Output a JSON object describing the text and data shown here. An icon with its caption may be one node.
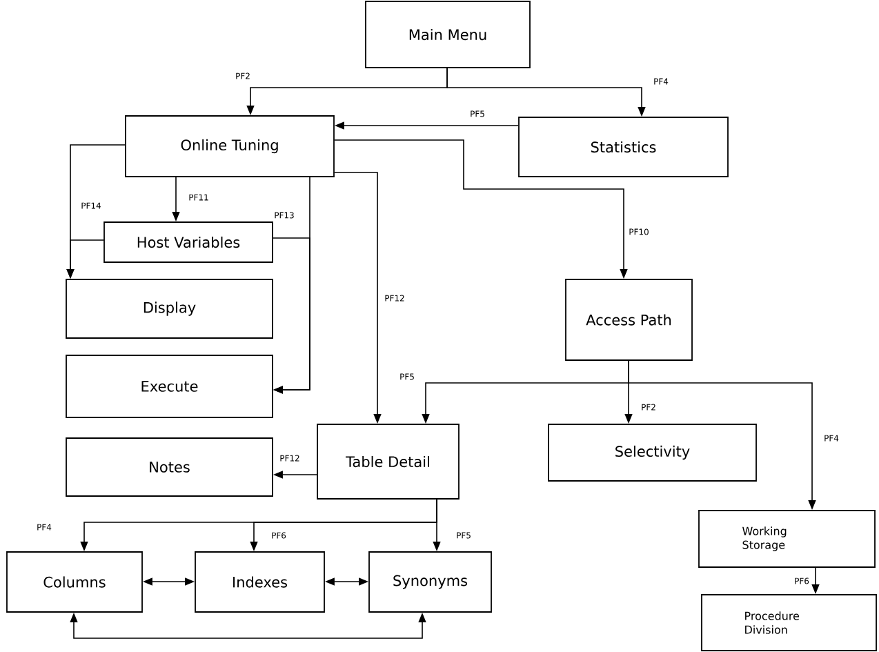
{
  "diagram": {
    "nodes": [
      {
        "text": [
          "Main Menu"
        ]
      },
      {
        "text": [
          "Online Tuning"
        ]
      },
      {
        "text": [
          "Statistics"
        ]
      },
      {
        "text": [
          "Host Variables"
        ]
      },
      {
        "text": [
          "Display"
        ]
      },
      {
        "text": [
          "Access Path"
        ]
      },
      {
        "text": [
          "Execute"
        ]
      },
      {
        "text": [
          "Table Detail"
        ]
      },
      {
        "text": [
          "Selectivity"
        ]
      },
      {
        "text": [
          "Notes"
        ]
      },
      {
        "text": [
          "Working Storage"
        ]
      },
      {
        "text": [
          "Columns"
        ]
      },
      {
        "text": [
          "Indexes"
        ]
      },
      {
        "text": [
          "Synonyms"
        ]
      },
      {
        "text": [
          "Procedure Division"
        ]
      }
    ],
    "edges": [
      {
        "from": 0,
        "to": 1,
        "arrow": "to",
        "label": "PF2"
      },
      {
        "from": 0,
        "to": 2,
        "arrow": "to",
        "label": "PF4"
      },
      {
        "from": 2,
        "to": 1,
        "arrow": "to",
        "label": "PF5"
      },
      {
        "from": 1,
        "to": 5,
        "arrow": "to",
        "label": "PF10"
      },
      {
        "from": 1,
        "to": 4,
        "arrow": "to",
        "label": "PF14"
      },
      {
        "from": 1,
        "to": 3,
        "arrow": "to",
        "label": "PF11"
      },
      {
        "from": 3,
        "to": 4,
        "arrow": "to"
      },
      {
        "from": 3,
        "to": 6,
        "arrow": "to",
        "label": "PF13"
      },
      {
        "from": 1,
        "to": 6,
        "arrow": "to"
      },
      {
        "from": 1,
        "to": 7,
        "arrow": "to",
        "label": "PF12"
      },
      {
        "from": 5,
        "to": 7,
        "arrow": "to",
        "label": "PF5"
      },
      {
        "from": 5,
        "to": 8,
        "arrow": "to",
        "label": "PF2"
      },
      {
        "from": 5,
        "to": 10,
        "arrow": "to",
        "label": "PF4"
      },
      {
        "from": 7,
        "to": 9,
        "arrow": "to",
        "label": "PF12"
      },
      {
        "from": 7,
        "to": 11,
        "arrow": "to",
        "label": "PF4"
      },
      {
        "from": 7,
        "to": 12,
        "arrow": "to",
        "label": "PF6"
      },
      {
        "from": 7,
        "to": 13,
        "arrow": "to",
        "label": "PF5"
      },
      {
        "from": 11,
        "to": 12,
        "arrow": "both"
      },
      {
        "from": 12,
        "to": 13,
        "arrow": "both"
      },
      {
        "from": 11,
        "to": 13,
        "arrow": "both"
      },
      {
        "from": 10,
        "to": 14,
        "arrow": "to",
        "label": "PF6"
      }
    ]
  }
}
